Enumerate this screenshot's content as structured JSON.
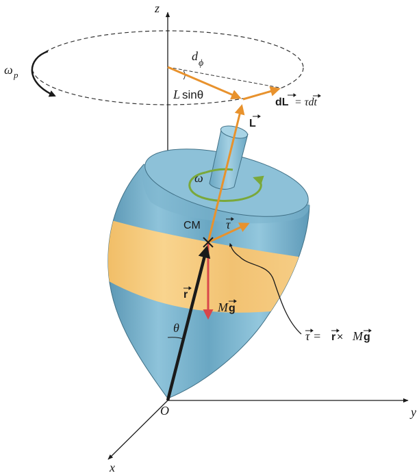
{
  "axes": {
    "z": "z",
    "y": "y",
    "x": "x",
    "origin": "O"
  },
  "labels": {
    "omega_p": "ω",
    "omega_p_sub": "p",
    "d_phi": "d",
    "d_phi_sub": "ϕ",
    "L_sin_a": "L",
    "L_sin_b": "sinθ",
    "dL": "dL",
    "dL_eq": "= τdt",
    "L": "L",
    "omega": "ω",
    "CM": "CM",
    "tau": "τ",
    "r": "r",
    "Mg_a": "M",
    "Mg_b": "g",
    "theta": "θ",
    "torque_eq_a": "τ = ",
    "torque_eq_b": "r",
    "torque_eq_c": " × ",
    "torque_eq_d": "M",
    "torque_eq_e": "g"
  },
  "colors": {
    "top_body": "#7fb6cf",
    "top_body_dark": "#5e9ab8",
    "band": "#f5c979",
    "vector_orange": "#e8922d",
    "vector_red": "#d9464a",
    "spin_green": "#7aa83a",
    "axis": "#1a1a1a"
  }
}
